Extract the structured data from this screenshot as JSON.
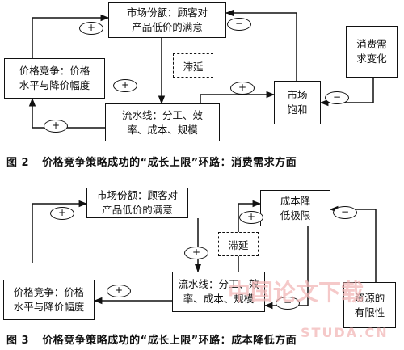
{
  "figure2": {
    "caption_num": "图 2",
    "caption_text": "价格竞争策略成功的“成长上限”环路：消费需求方面",
    "market_share": [
      "市场份额：顾客对",
      "产品低价的满意"
    ],
    "price_competition": [
      "价格竞争：价格",
      "水平与降价幅度"
    ],
    "assembly_line": [
      "流水线：分工、效",
      "率、成本、规模"
    ],
    "market_saturation": [
      "市场",
      "饱和"
    ],
    "demand_change": [
      "消费需",
      "求变化"
    ],
    "delay": "滞延",
    "signs": {
      "price_to_share": "+",
      "share_to_line": "+",
      "line_to_price": "+",
      "line_to_saturation": "+",
      "saturation_to_share": "−",
      "demand_to_saturation": "−"
    }
  },
  "figure3": {
    "caption_num": "图 3",
    "caption_text": "价格竞争策略成功的“成长上限”环路：成本降低方面",
    "market_share": [
      "市场份额：顾客对",
      "产品低价的满意"
    ],
    "price_competition": [
      "价格竞争：价格",
      "水平与降价幅度"
    ],
    "assembly_line": [
      "流水线：分工、效",
      "率、成本、规模"
    ],
    "cost_limit": [
      "成本降",
      "低极限"
    ],
    "resource_limit": [
      "资源的",
      "有限性"
    ],
    "delay": "滞延",
    "signs": {
      "price_to_share": "+",
      "share_to_line": "+",
      "line_to_price": "+",
      "line_to_cost_limit": "+",
      "cost_limit_to_line": "−",
      "resource_to_cost_limit": "−"
    }
  },
  "watermark": {
    "main": "中国论文下载",
    "sub": "STUDA.CN"
  }
}
